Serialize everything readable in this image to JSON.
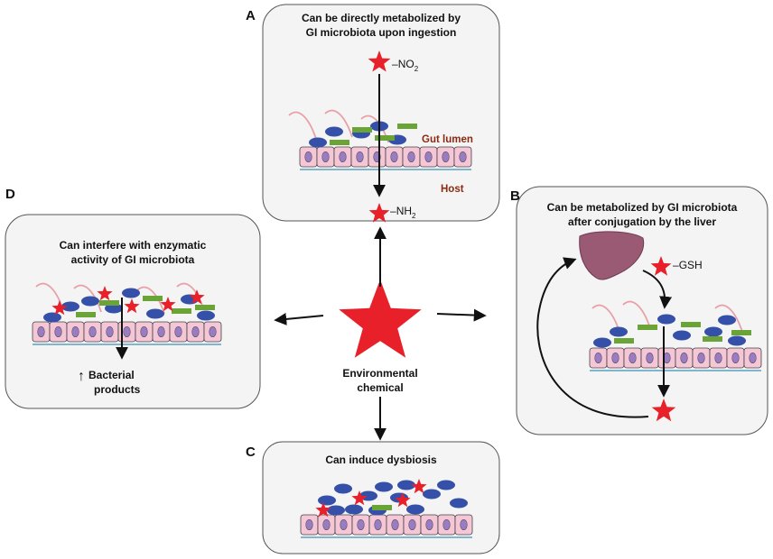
{
  "center": {
    "label_line1": "Environmental",
    "label_line2": "chemical"
  },
  "panels": {
    "A": {
      "letter": "A",
      "title_line1": "Can be directly metabolized by",
      "title_line2": "GI microbiota upon ingestion",
      "top_chem": "NO",
      "top_chem_sub": "2",
      "bottom_chem": "NH",
      "bottom_chem_sub": "2",
      "lumen_label": "Gut lumen",
      "host_label": "Host"
    },
    "B": {
      "letter": "B",
      "title_line1": "Can be metabolized by GI microbiota",
      "title_line2": "after conjugation by the liver",
      "conjugate": "GSH"
    },
    "C": {
      "letter": "C",
      "title": "Can induce dysbiosis"
    },
    "D": {
      "letter": "D",
      "title_line1": "Can interfere with enzymatic",
      "title_line2": "activity of GI microbiota",
      "product_line1": "Bacterial",
      "product_line2": "products",
      "up_arrow": "↑"
    }
  },
  "colors": {
    "star": "#e8202a",
    "bacteria_oval": "#3550a8",
    "bacteria_rod": "#6aa336",
    "cell": "#f4c6d6",
    "nucleus": "#9a7cc4",
    "liver": "#9a5a74",
    "flagella": "#e8a0a8",
    "panel_bg": "#f4f4f4"
  }
}
